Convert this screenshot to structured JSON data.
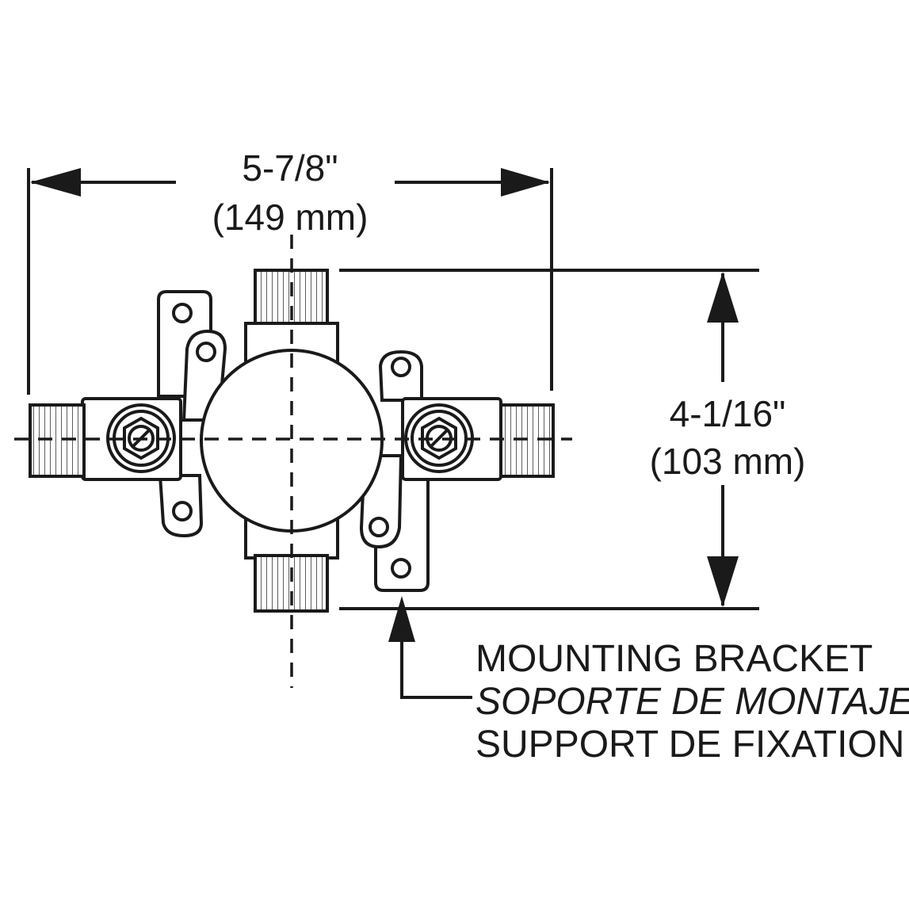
{
  "dimensions": {
    "width": {
      "imperial": "5-7/8\"",
      "metric": "(149 mm)"
    },
    "height": {
      "imperial": "4-1/16\"",
      "metric": "(103 mm)"
    }
  },
  "callout": {
    "english": "MOUNTING BRACKET",
    "spanish": "SOPORTE DE MONTAJE",
    "french": "SUPPORT DE FIXATION"
  },
  "colors": {
    "ink": "#1a1a1a",
    "background": "#ffffff"
  }
}
